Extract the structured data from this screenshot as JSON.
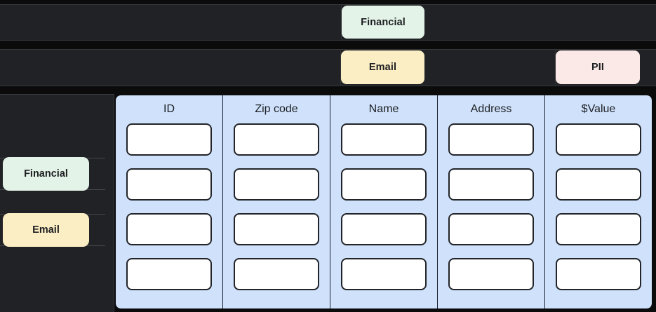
{
  "colors": {
    "background": "#0b0b0c",
    "row_background": "#212226",
    "table_column_background": "#cfe1fb",
    "cell_background": "#ffffff",
    "cell_border": "#222428",
    "tag_financial": "#e3f3e8",
    "tag_email": "#fceec4",
    "tag_pii": "#fbe9e7"
  },
  "top_rows": [
    {
      "name": "row-1",
      "tags": [
        {
          "label": "Financial",
          "category": "financial"
        }
      ]
    },
    {
      "name": "row-2",
      "tags": [
        {
          "label": "Email",
          "category": "email"
        },
        {
          "label": "PII",
          "category": "pii"
        }
      ]
    }
  ],
  "sidebar": {
    "items": [
      {
        "label": "Financial",
        "category": "financial"
      },
      {
        "label": "Email",
        "category": "email"
      }
    ]
  },
  "table": {
    "columns": [
      {
        "header": "ID"
      },
      {
        "header": "Zip code"
      },
      {
        "header": "Name"
      },
      {
        "header": "Address"
      },
      {
        "header": "$Value"
      }
    ],
    "row_count": 4,
    "cell_values": [
      [
        "",
        "",
        "",
        "",
        ""
      ],
      [
        "",
        "",
        "",
        "",
        ""
      ],
      [
        "",
        "",
        "",
        "",
        ""
      ],
      [
        "",
        "",
        "",
        "",
        ""
      ]
    ]
  }
}
